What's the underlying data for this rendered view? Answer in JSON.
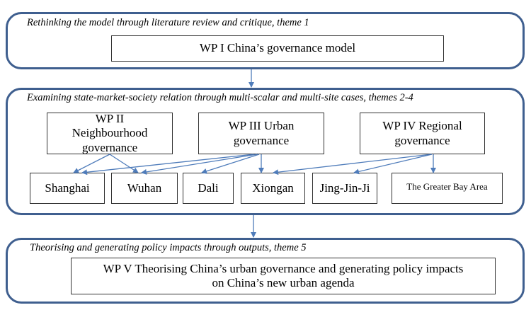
{
  "colors": {
    "panel_border": "#3f5f8f",
    "arrow": "#4f7cba"
  },
  "panels": [
    {
      "title": "Rethinking the model through literature review and critique, theme 1",
      "boxes": [
        "WP I China’s governance model"
      ]
    },
    {
      "title": "Examining state-market-society relation through multi-scalar and multi-site cases, themes 2-4",
      "work_packages": [
        "WP II Neighbourhood governance",
        "WP III Urban governance",
        "WP IV Regional governance"
      ],
      "cases": [
        "Shanghai",
        "Wuhan",
        "Dali",
        "Xiongan",
        "Jing-Jin-Ji",
        "The Greater Bay Area"
      ],
      "links": [
        {
          "from": "WP II Neighbourhood governance",
          "to": [
            "Shanghai",
            "Wuhan"
          ]
        },
        {
          "from": "WP III Urban governance",
          "to": [
            "Shanghai",
            "Wuhan",
            "Dali",
            "Xiongan"
          ]
        },
        {
          "from": "WP IV Regional governance",
          "to": [
            "Xiongan",
            "Jing-Jin-Ji",
            "The Greater Bay Area"
          ]
        }
      ]
    },
    {
      "title": "Theorising and generating policy impacts through outputs, theme 5",
      "boxes": [
        "WP V Theorising China’s urban governance and generating policy impacts on China’s new urban agenda"
      ]
    }
  ]
}
